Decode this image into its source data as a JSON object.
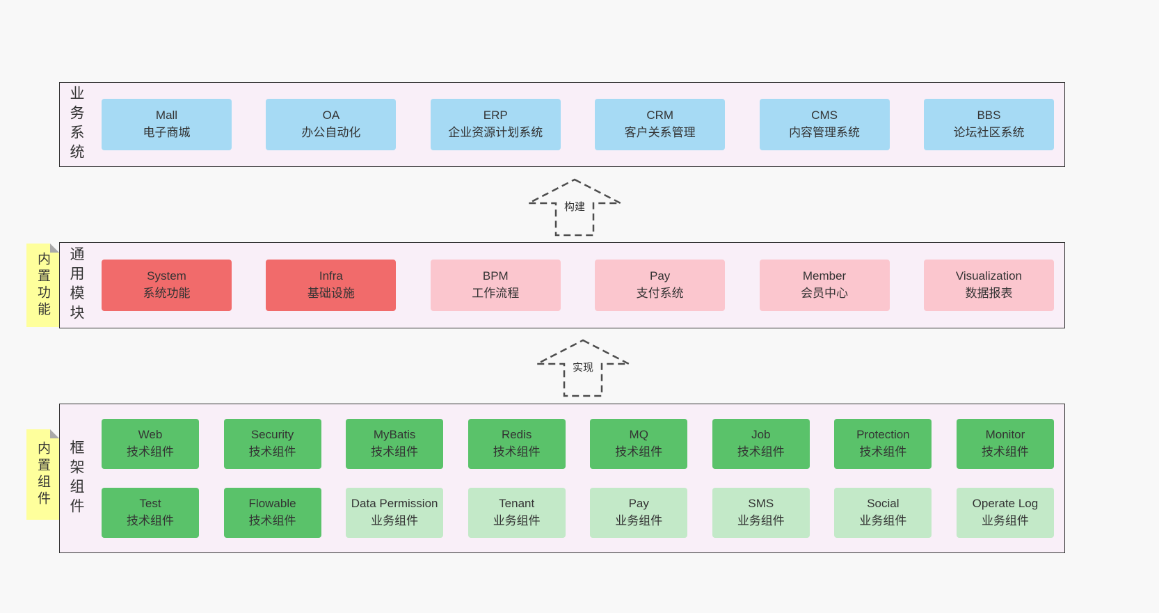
{
  "diagram": {
    "arrows": [
      {
        "label": "构建"
      },
      {
        "label": "实现"
      }
    ],
    "sections": [
      {
        "label": "业务系统",
        "boxes": [
          {
            "title": "Mall",
            "subtitle": "电子商城",
            "variant": "blue"
          },
          {
            "title": "OA",
            "subtitle": "办公自动化",
            "variant": "blue"
          },
          {
            "title": "ERP",
            "subtitle": "企业资源计划系统",
            "variant": "blue"
          },
          {
            "title": "CRM",
            "subtitle": "客户关系管理",
            "variant": "blue"
          },
          {
            "title": "CMS",
            "subtitle": "内容管理系统",
            "variant": "blue"
          },
          {
            "title": "BBS",
            "subtitle": "论坛社区系统",
            "variant": "blue"
          }
        ]
      },
      {
        "label": "通用模块",
        "sticky": "内置功能",
        "boxes": [
          {
            "title": "System",
            "subtitle": "系统功能",
            "variant": "red"
          },
          {
            "title": "Infra",
            "subtitle": "基础设施",
            "variant": "red"
          },
          {
            "title": "BPM",
            "subtitle": "工作流程",
            "variant": "pink"
          },
          {
            "title": "Pay",
            "subtitle": "支付系统",
            "variant": "pink"
          },
          {
            "title": "Member",
            "subtitle": "会员中心",
            "variant": "pink"
          },
          {
            "title": "Visualization",
            "subtitle": "数据报表",
            "variant": "pink"
          }
        ]
      },
      {
        "label": "框架组件",
        "sticky": "内置组件",
        "rows": [
          [
            {
              "title": "Web",
              "subtitle": "技术组件",
              "variant": "green"
            },
            {
              "title": "Security",
              "subtitle": "技术组件",
              "variant": "green"
            },
            {
              "title": "MyBatis",
              "subtitle": "技术组件",
              "variant": "green"
            },
            {
              "title": "Redis",
              "subtitle": "技术组件",
              "variant": "green"
            },
            {
              "title": "MQ",
              "subtitle": "技术组件",
              "variant": "green"
            },
            {
              "title": "Job",
              "subtitle": "技术组件",
              "variant": "green"
            },
            {
              "title": "Protection",
              "subtitle": "技术组件",
              "variant": "green"
            },
            {
              "title": "Monitor",
              "subtitle": "技术组件",
              "variant": "green"
            }
          ],
          [
            {
              "title": "Test",
              "subtitle": "技术组件",
              "variant": "green"
            },
            {
              "title": "Flowable",
              "subtitle": "技术组件",
              "variant": "green"
            },
            {
              "title": "Data Permission",
              "subtitle": "业务组件",
              "variant": "lightgreen"
            },
            {
              "title": "Tenant",
              "subtitle": "业务组件",
              "variant": "lightgreen"
            },
            {
              "title": "Pay",
              "subtitle": "业务组件",
              "variant": "lightgreen"
            },
            {
              "title": "SMS",
              "subtitle": "业务组件",
              "variant": "lightgreen"
            },
            {
              "title": "Social",
              "subtitle": "业务组件",
              "variant": "lightgreen"
            },
            {
              "title": "Operate Log",
              "subtitle": "业务组件",
              "variant": "lightgreen"
            }
          ]
        ]
      }
    ]
  },
  "colors": {
    "page-bg": "#f8f8f8",
    "panel-bg": "#f9eff8",
    "panel-border": "#333333",
    "blue": "#a6daf4",
    "red": "#f16b6b",
    "pink": "#fbc6ce",
    "green": "#5ac26a",
    "lightgreen": "#c3e9c8",
    "yellow": "#feff9c",
    "ink": "#333333"
  }
}
